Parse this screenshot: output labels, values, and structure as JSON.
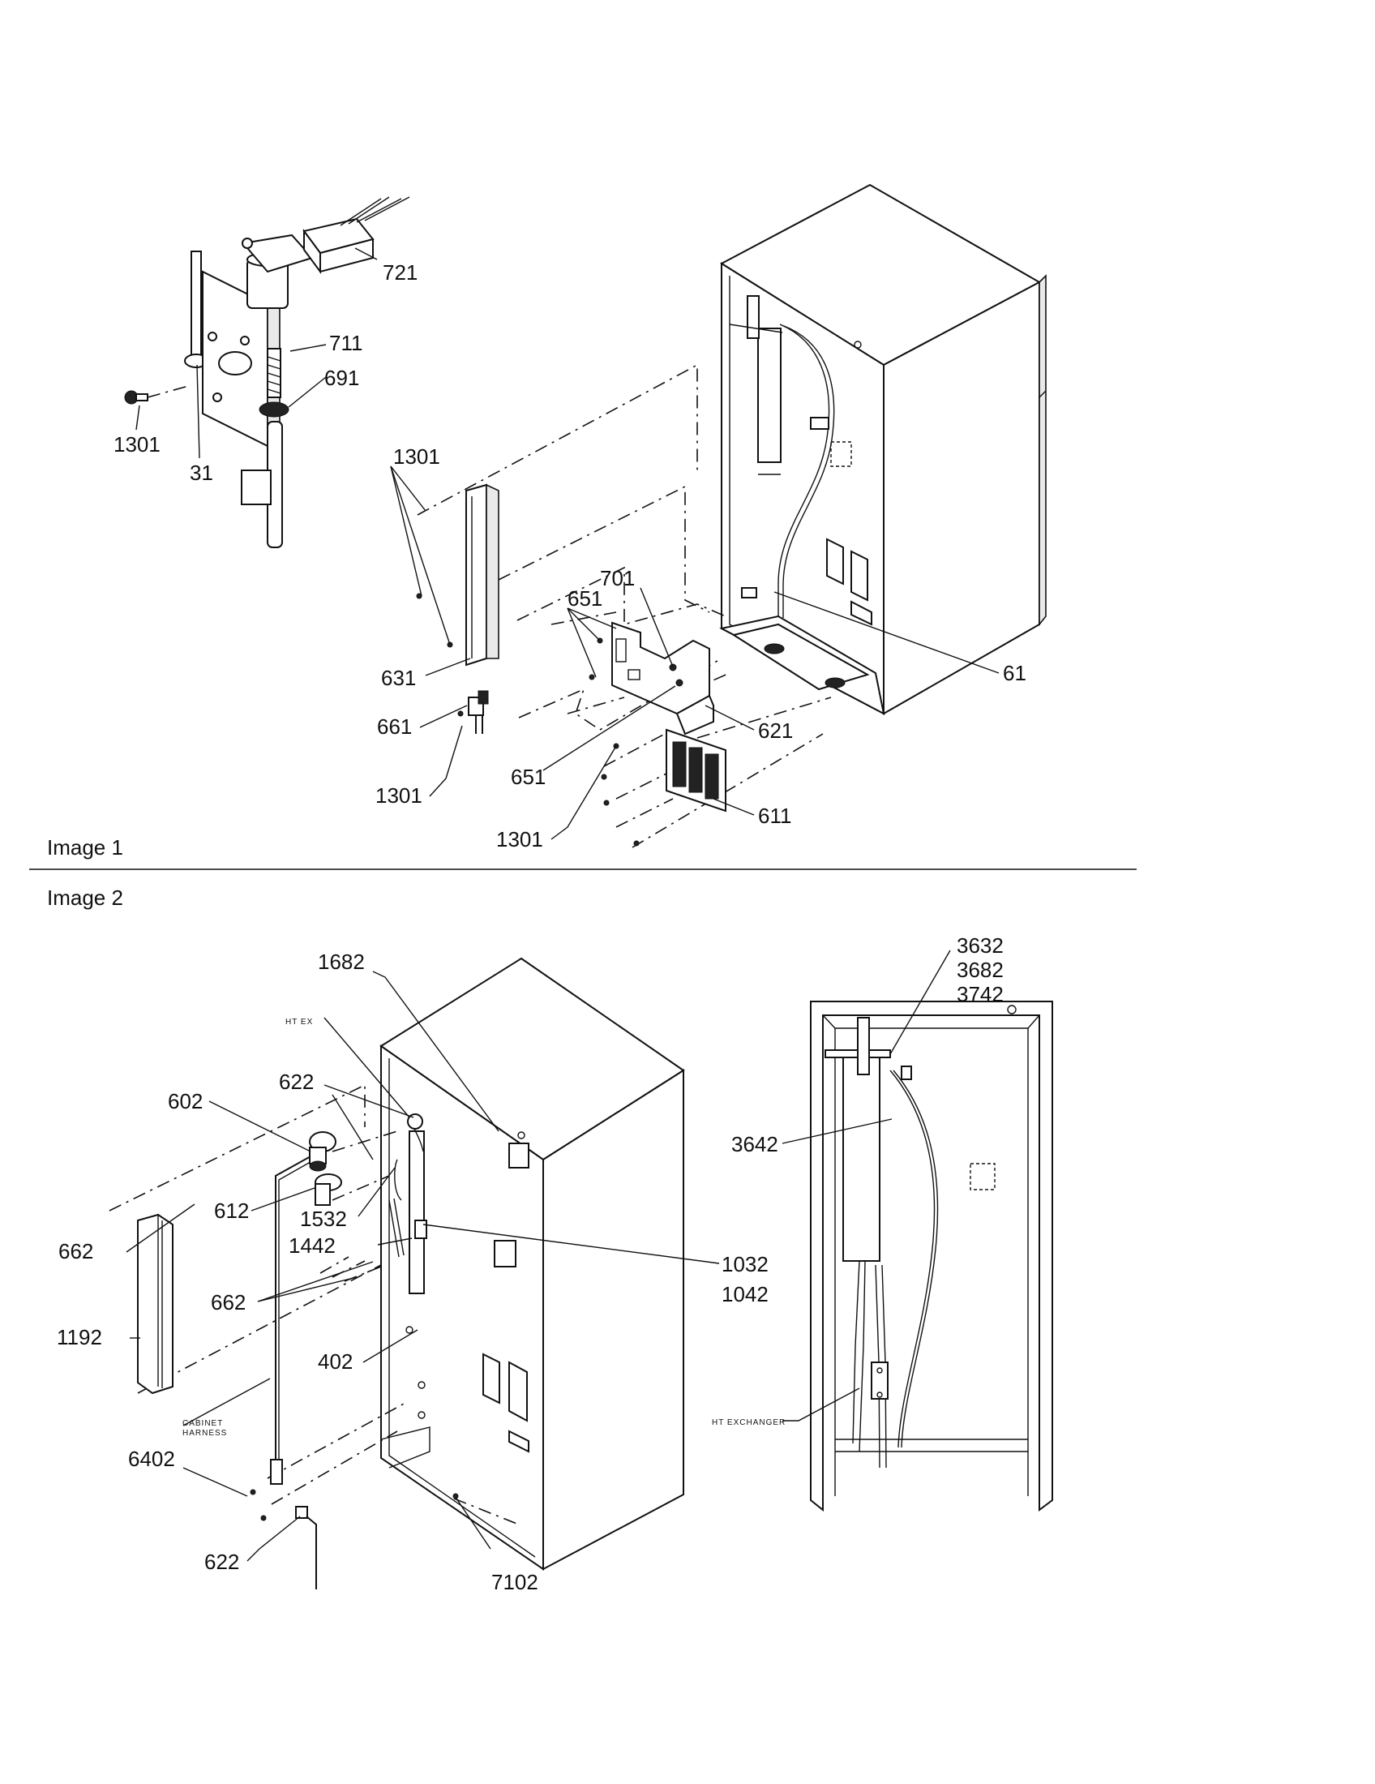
{
  "images": {
    "image1_caption": "Image 1",
    "image2_caption": "Image 2"
  },
  "image1": {
    "labels": {
      "l721": "721",
      "l711": "711",
      "l691": "691",
      "l1301_valve": "1301",
      "l31": "31",
      "l1301_top": "1301",
      "l631": "631",
      "l651_upper": "651",
      "l701": "701",
      "l61": "61",
      "l661": "661",
      "l621": "621",
      "l1301_left": "1301",
      "l651_lower": "651",
      "l1301_bottom": "1301",
      "l611": "611"
    }
  },
  "image2": {
    "labels": {
      "l1682": "1682",
      "l622_top": "622",
      "l602": "602",
      "l612": "612",
      "l1532": "1532",
      "l662_left": "662",
      "l1442": "1442",
      "l1032": "1032",
      "l1042": "1042",
      "l662_mid": "662",
      "l1192": "1192",
      "l402": "402",
      "l6402": "6402",
      "l622_bottom": "622",
      "l7102": "7102",
      "l3632": "3632",
      "l3682": "3682",
      "l3742": "3742",
      "l3642": "3642"
    },
    "small_text": {
      "ht_ex": "HT EX",
      "cabinet_harness_line1": "CABINET",
      "cabinet_harness_line2": "HARNESS",
      "ht_exchanger": "HT EXCHANGER"
    }
  }
}
